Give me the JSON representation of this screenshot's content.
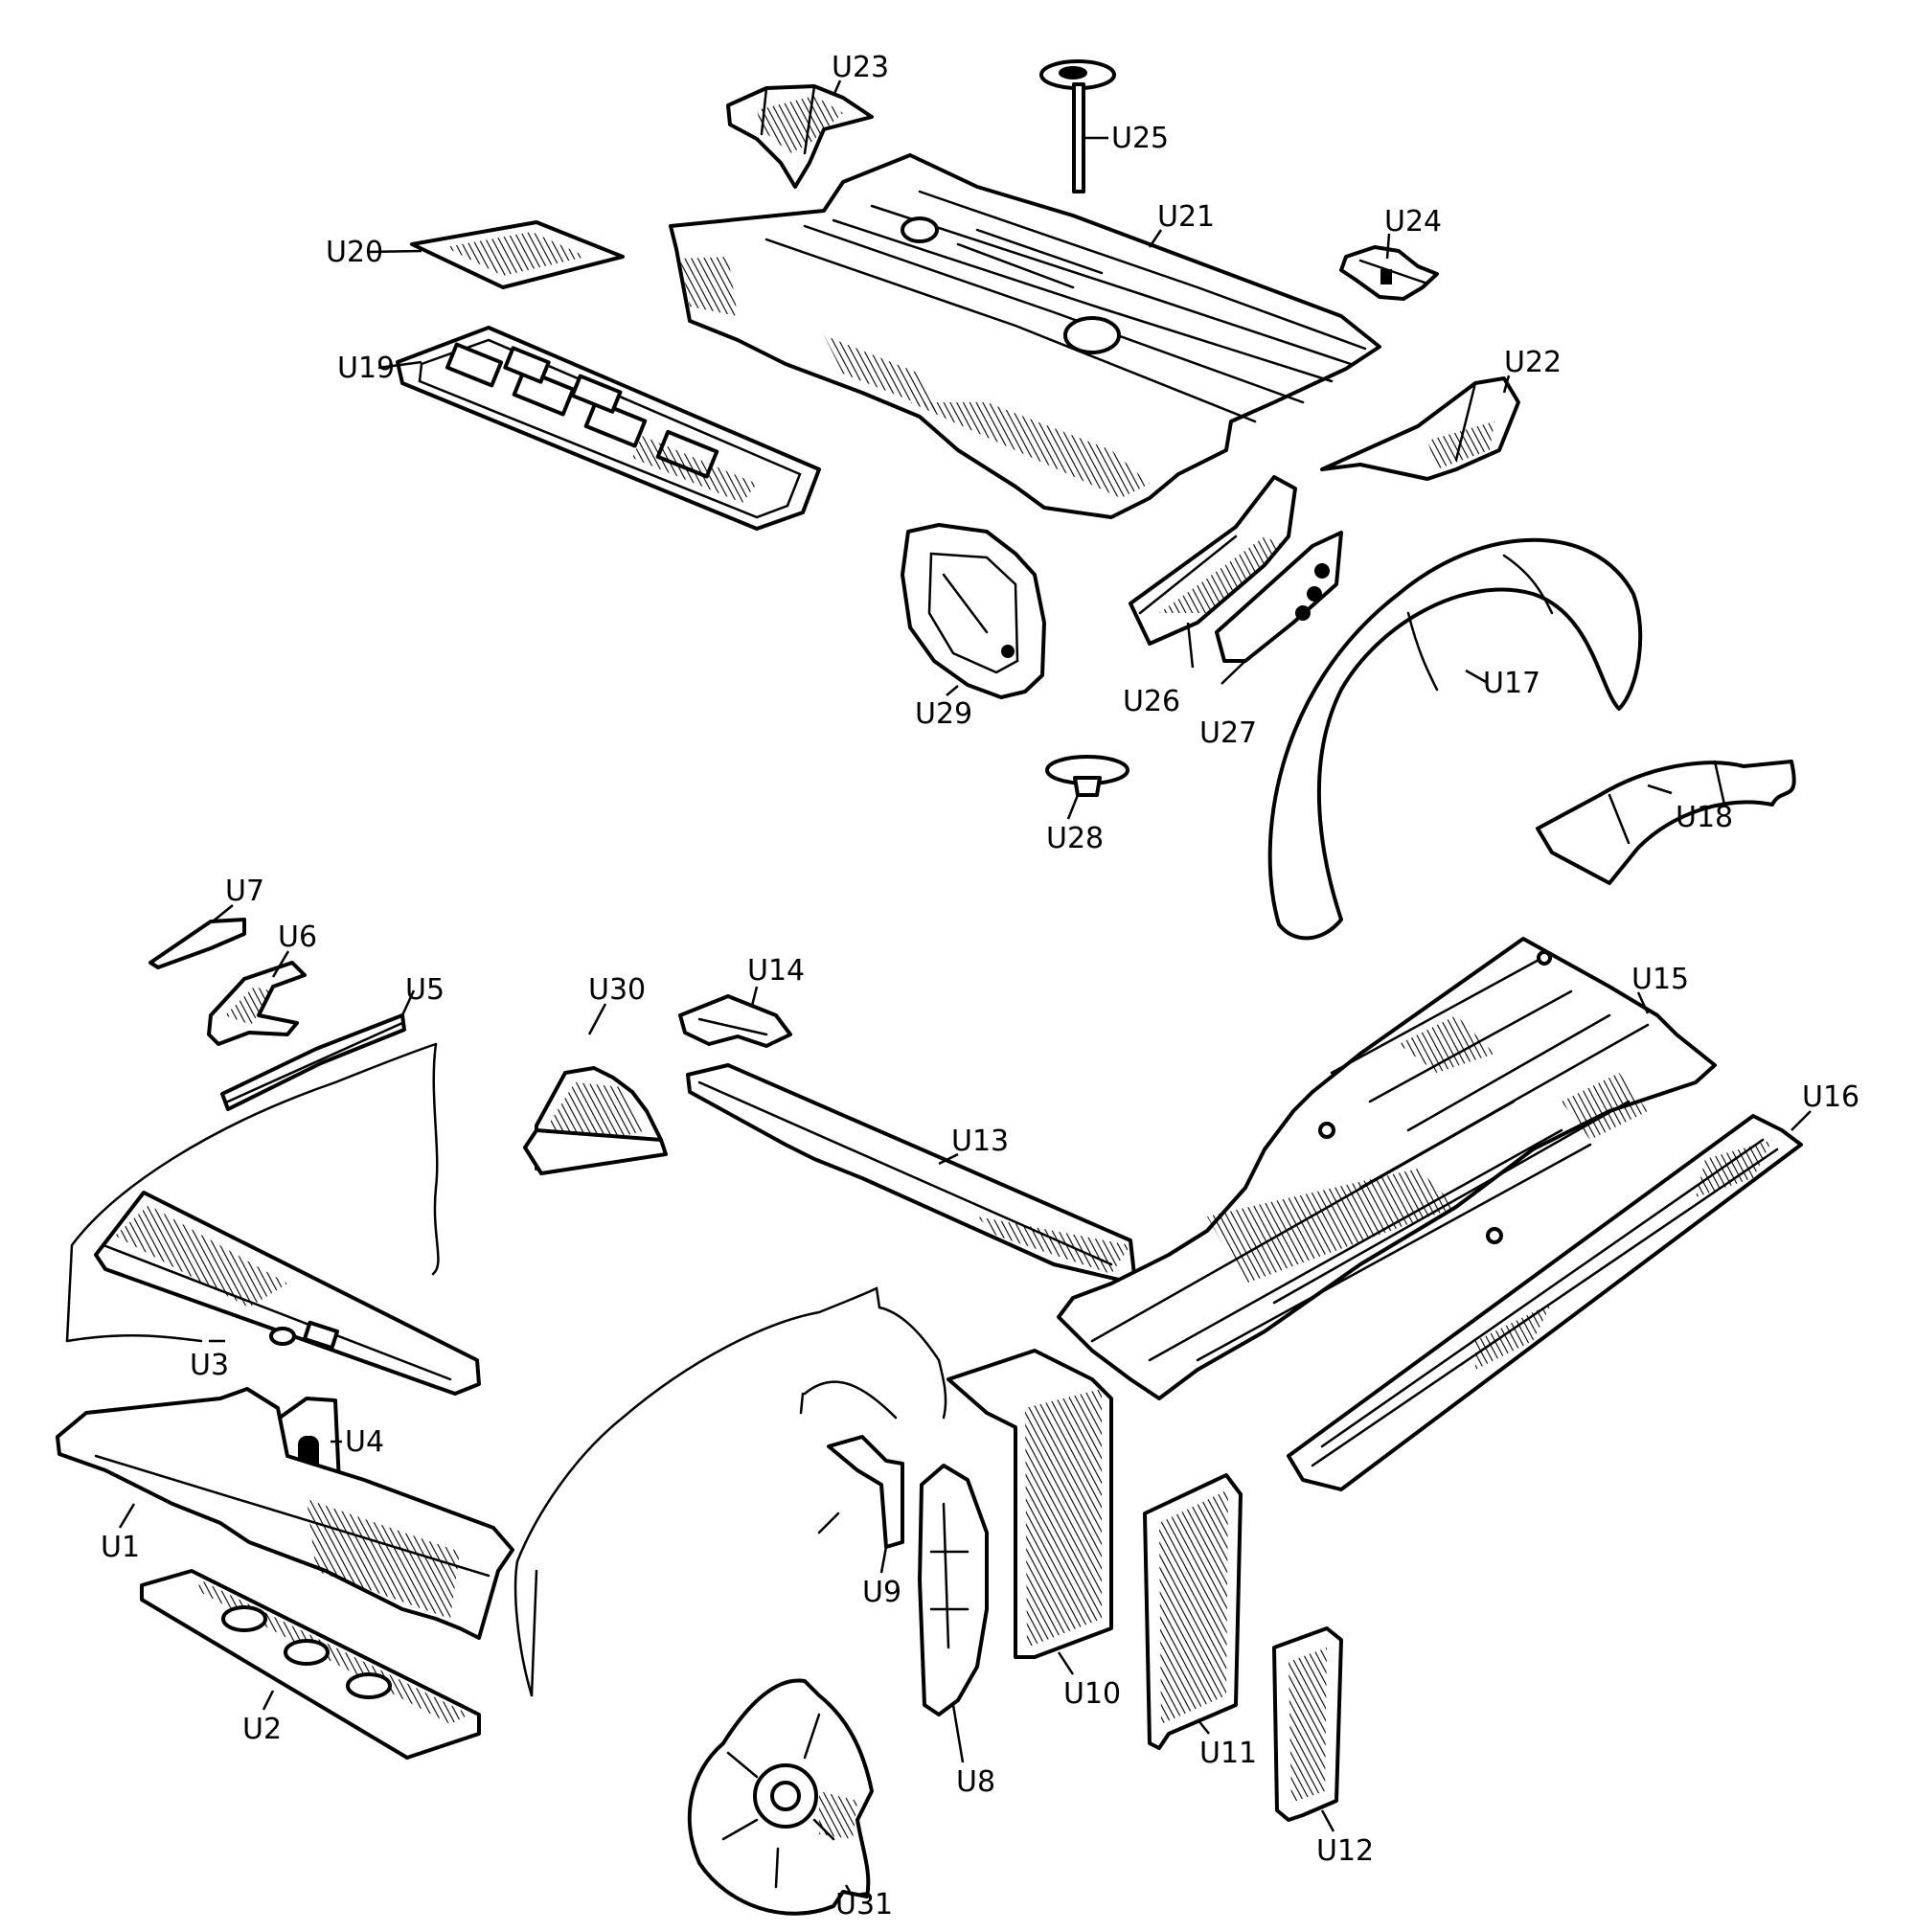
{
  "labels": {
    "U1": "U1",
    "U2": "U2",
    "U3": "U3",
    "U4": "U4",
    "U5": "U5",
    "U6": "U6",
    "U7": "U7",
    "U8": "U8",
    "U9": "U9",
    "U10": "U10",
    "U11": "U11",
    "U12": "U12",
    "U13": "U13",
    "U14": "U14",
    "U15": "U15",
    "U16": "U16",
    "U17": "U17",
    "U18": "U18",
    "U19": "U19",
    "U20": "U20",
    "U21": "U21",
    "U22": "U22",
    "U23": "U23",
    "U24": "U24",
    "U25": "U25",
    "U26": "U26",
    "U27": "U27",
    "U28": "U28",
    "U29": "U29",
    "U30": "U30",
    "U31": "U31"
  }
}
